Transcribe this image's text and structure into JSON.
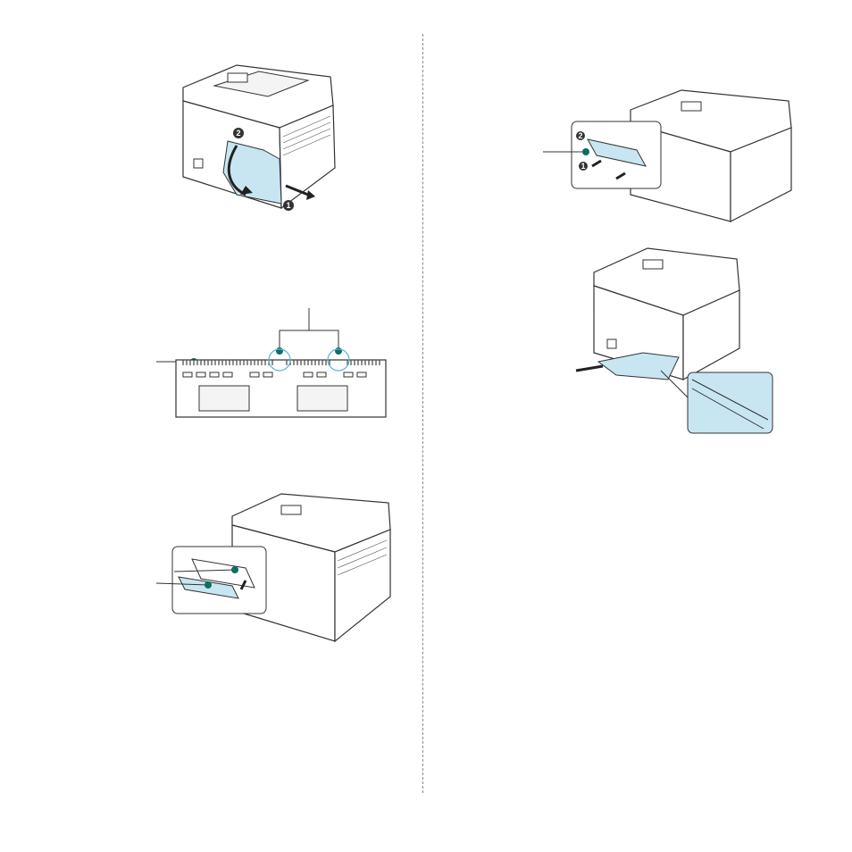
{
  "figures": [
    {
      "id": "fig1",
      "markers": [
        "2",
        "1"
      ]
    },
    {
      "id": "fig2",
      "markers": []
    },
    {
      "id": "fig3",
      "markers": []
    },
    {
      "id": "fig4",
      "markers": [
        "2",
        "1"
      ]
    },
    {
      "id": "fig5",
      "markers": []
    }
  ],
  "colors": {
    "highlight": "#c8e6f2",
    "teal": "#0e6e62",
    "line": "#333333"
  }
}
